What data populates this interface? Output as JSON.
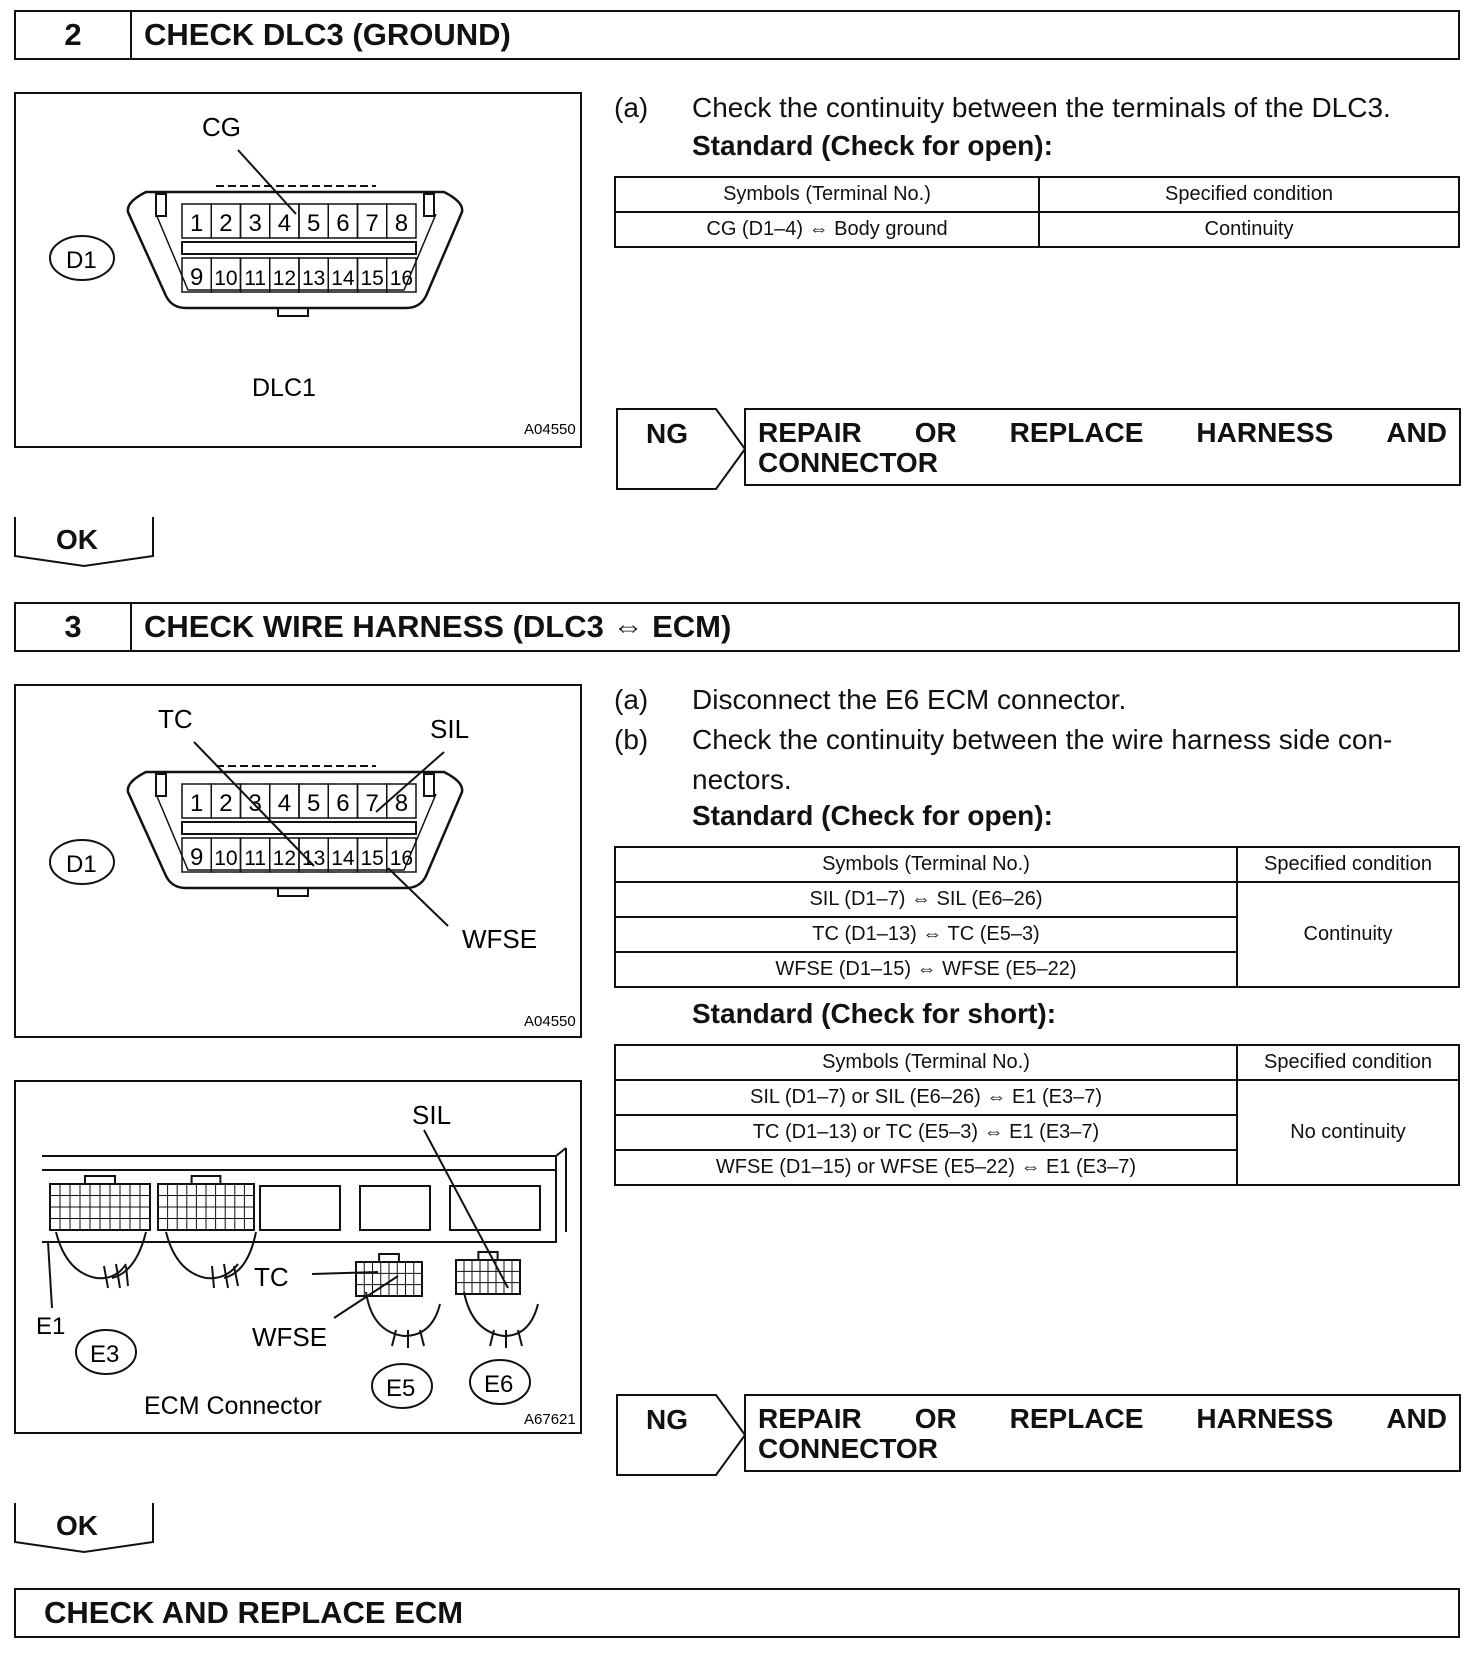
{
  "step2": {
    "number": "2",
    "title": "CHECK DLC3 (GROUND)",
    "figure": {
      "label_cg": "CG",
      "label_d1": "D1",
      "caption": "DLC1",
      "code": "A04550",
      "pins_top": [
        "1",
        "2",
        "3",
        "4",
        "5",
        "6",
        "7",
        "8"
      ],
      "pins_bottom": [
        "9",
        "10",
        "11",
        "12",
        "13",
        "14",
        "15",
        "16"
      ]
    },
    "instructions": [
      {
        "label": "(a)",
        "text": "Check the continuity between the terminals of the DLC3."
      }
    ],
    "standard_open_label": "Standard (Check for open):",
    "table": {
      "headers": [
        "Symbols (Terminal No.)",
        "Specified condition"
      ],
      "rows": [
        [
          "CG (D1–4) ⇔ Body ground",
          "Continuity"
        ]
      ]
    },
    "ng": {
      "label": "NG",
      "action_line1_words": [
        "REPAIR",
        "OR",
        "REPLACE",
        "HARNESS",
        "AND"
      ],
      "action_line2": "CONNECTOR"
    },
    "ok": "OK"
  },
  "step3": {
    "number": "3",
    "title": "CHECK WIRE HARNESS (DLC3 ⇔ ECM)",
    "figure1": {
      "label_tc": "TC",
      "label_sil": "SIL",
      "label_wfse": "WFSE",
      "label_d1": "D1",
      "code": "A04550",
      "pins_top": [
        "1",
        "2",
        "3",
        "4",
        "5",
        "6",
        "7",
        "8"
      ],
      "pins_bottom": [
        "9",
        "10",
        "11",
        "12",
        "13",
        "14",
        "15",
        "16"
      ]
    },
    "figure2": {
      "label_sil": "SIL",
      "label_tc": "TC",
      "label_wfse": "WFSE",
      "label_e1": "E1",
      "label_e3": "E3",
      "label_e5": "E5",
      "label_e6": "E6",
      "caption": "ECM Connector",
      "code": "A67621"
    },
    "instructions": [
      {
        "label": "(a)",
        "text": "Disconnect the E6 ECM connector."
      },
      {
        "label": "(b)",
        "text": "Check the continuity between the wire harness side con-",
        "text2": "nectors."
      }
    ],
    "standard_open_label": "Standard (Check for open):",
    "table_open": {
      "headers": [
        "Symbols (Terminal No.)",
        "Specified condition"
      ],
      "rows": [
        "SIL (D1–7) ⇔ SIL (E6–26)",
        "TC (D1–13) ⇔ TC (E5–3)",
        "WFSE (D1–15) ⇔ WFSE (E5–22)"
      ],
      "condition": "Continuity"
    },
    "standard_short_label": "Standard (Check for short):",
    "table_short": {
      "headers": [
        "Symbols (Terminal No.)",
        "Specified condition"
      ],
      "rows": [
        "SIL (D1–7) or SIL (E6–26) ⇔ E1 (E3–7)",
        "TC (D1–13) or TC (E5–3) ⇔ E1 (E3–7)",
        "WFSE (D1–15) or WFSE (E5–22) ⇔ E1 (E3–7)"
      ],
      "condition": "No continuity"
    },
    "ng": {
      "label": "NG",
      "action_line1_words": [
        "REPAIR",
        "OR",
        "REPLACE",
        "HARNESS",
        "AND"
      ],
      "action_line2": "CONNECTOR"
    },
    "ok": "OK"
  },
  "final": {
    "title": "CHECK AND REPLACE ECM"
  }
}
